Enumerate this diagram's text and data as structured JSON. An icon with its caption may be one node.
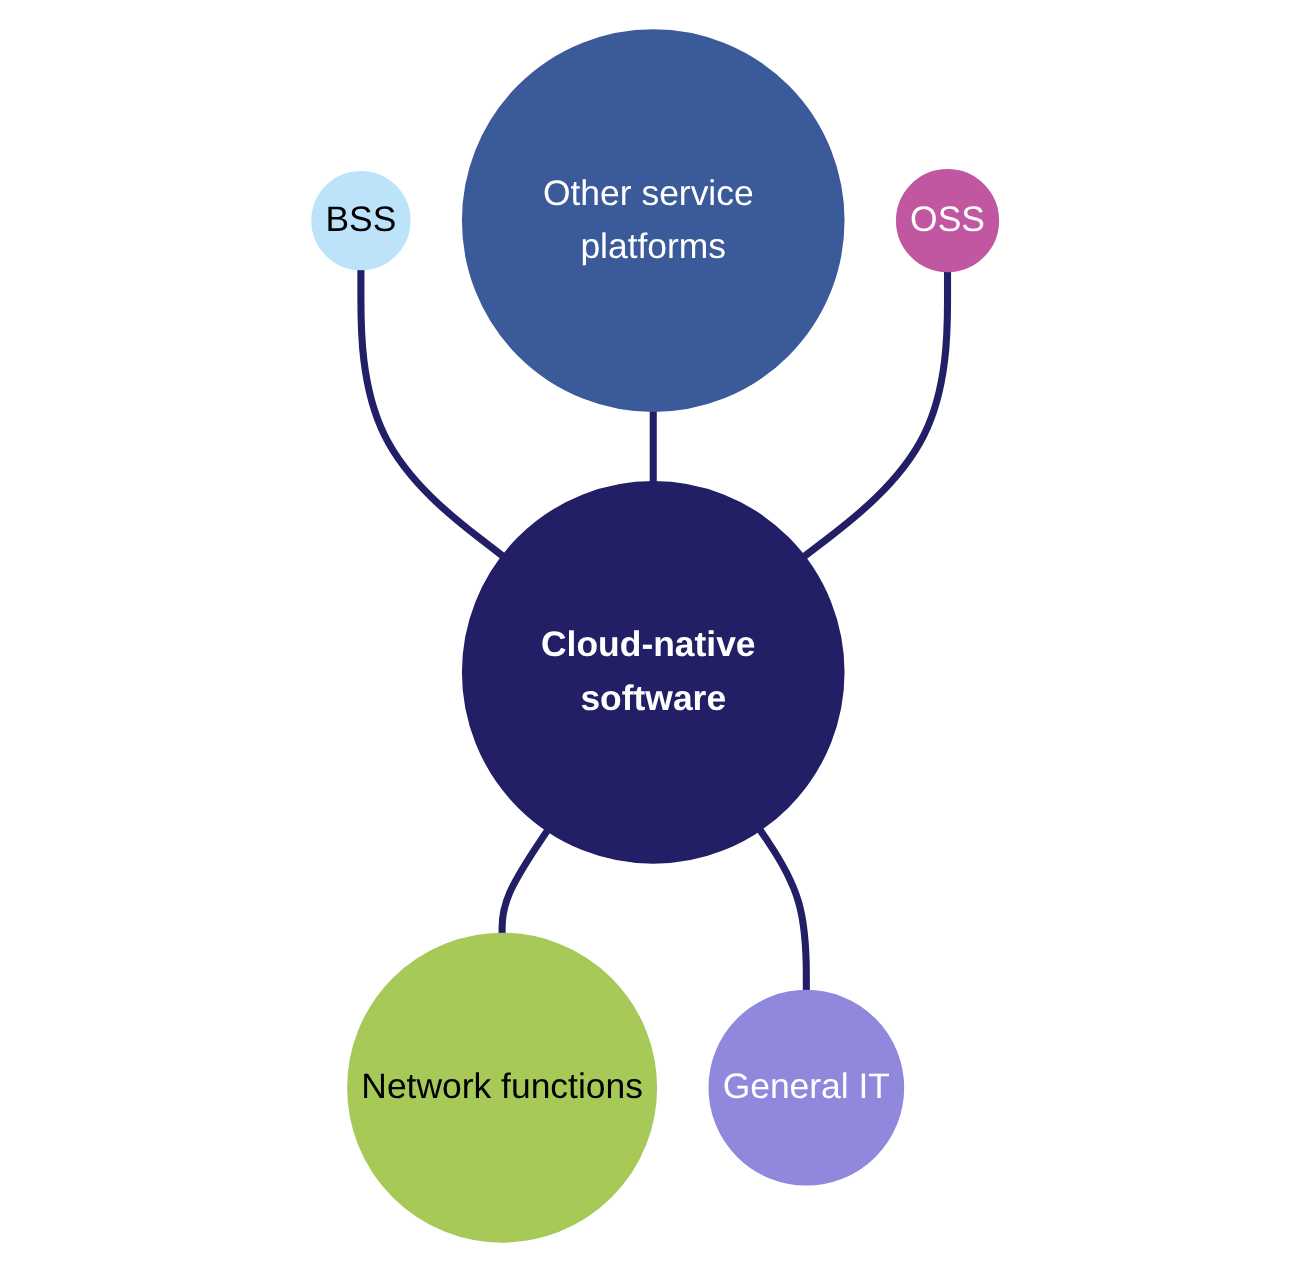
{
  "diagram": {
    "nodes": [
      {
        "text": [
          "BSS"
        ]
      },
      {
        "text": [
          "Other service platforms"
        ]
      },
      {
        "text": [
          "OSS"
        ]
      },
      {
        "text": [
          "Cloud-native software"
        ]
      },
      {
        "text": [
          "Network functions"
        ]
      },
      {
        "text": [
          "General IT"
        ]
      }
    ],
    "edges": [
      {
        "from": 0,
        "to": 3,
        "arrow": "none"
      },
      {
        "from": 1,
        "to": 3,
        "arrow": "none"
      },
      {
        "from": 2,
        "to": 3,
        "arrow": "none"
      },
      {
        "from": 3,
        "to": 4,
        "arrow": "none"
      },
      {
        "from": 3,
        "to": 5,
        "arrow": "none"
      }
    ]
  }
}
